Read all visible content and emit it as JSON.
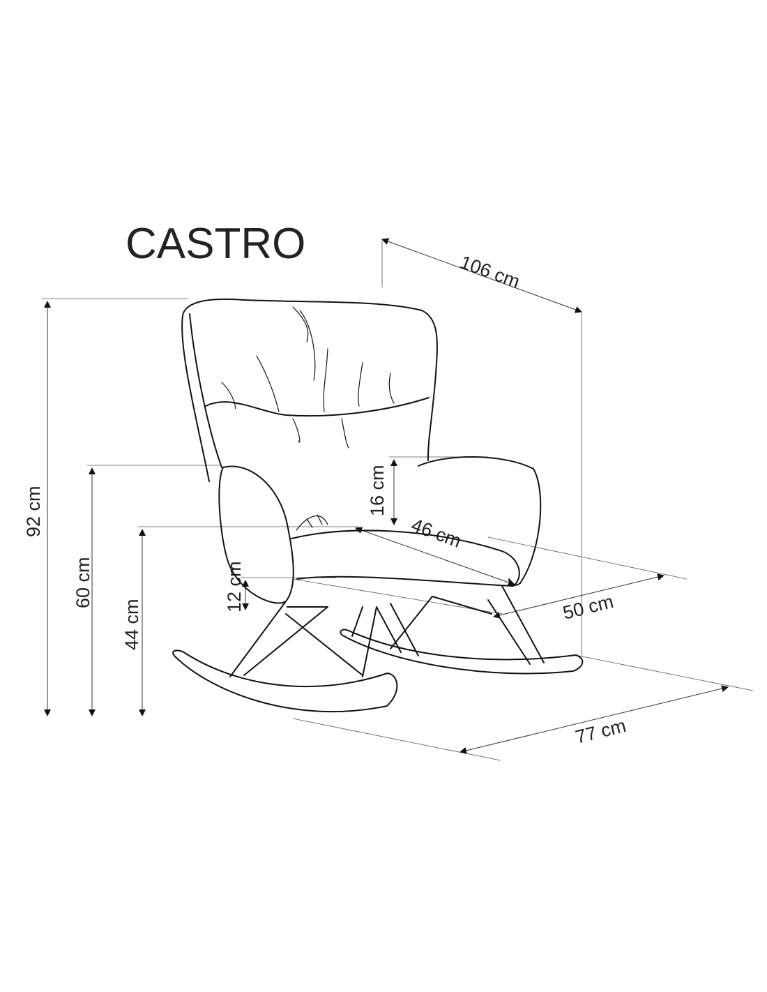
{
  "title": "CASTRO",
  "dimensions": {
    "total_height": "92 cm",
    "armrest_height": "60 cm",
    "seat_height": "44 cm",
    "armrest_above_seat": "16 cm",
    "seat_cushion_thickness": "12 cm",
    "depth": "106 cm",
    "seat_width": "46 cm",
    "seat_depth": "50 cm",
    "width": "77 cm"
  }
}
